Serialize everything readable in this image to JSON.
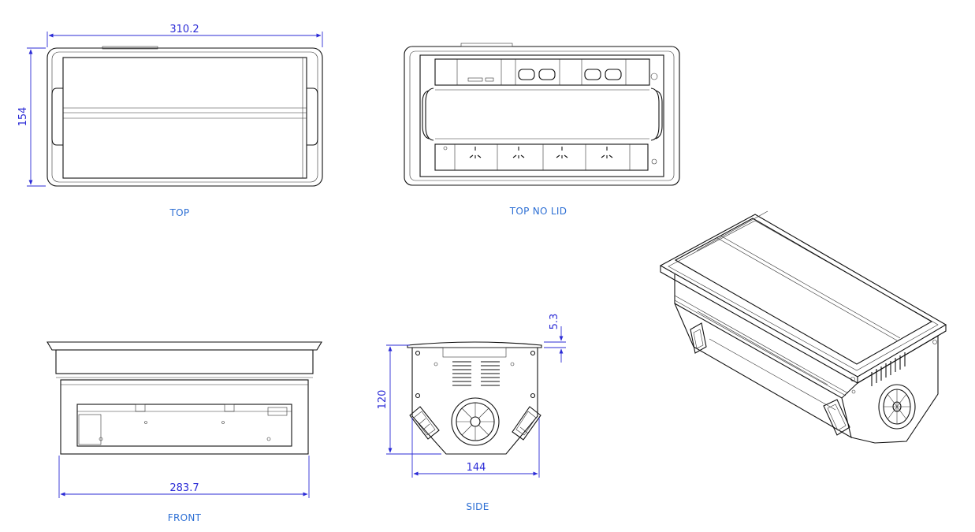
{
  "colors": {
    "dimension": "#2b2bd6",
    "label": "#2d6fd4",
    "line": "#111111",
    "background": "#ffffff"
  },
  "views": {
    "top": {
      "label": "TOP",
      "width_dim": "310.2",
      "height_dim": "154"
    },
    "top_no_lid": {
      "label": "TOP NO LID"
    },
    "front": {
      "label": "FRONT",
      "width_dim": "283.7"
    },
    "side": {
      "label": "SIDE",
      "width_dim": "144",
      "height_dim": "120",
      "lip_dim": "5.3"
    }
  }
}
